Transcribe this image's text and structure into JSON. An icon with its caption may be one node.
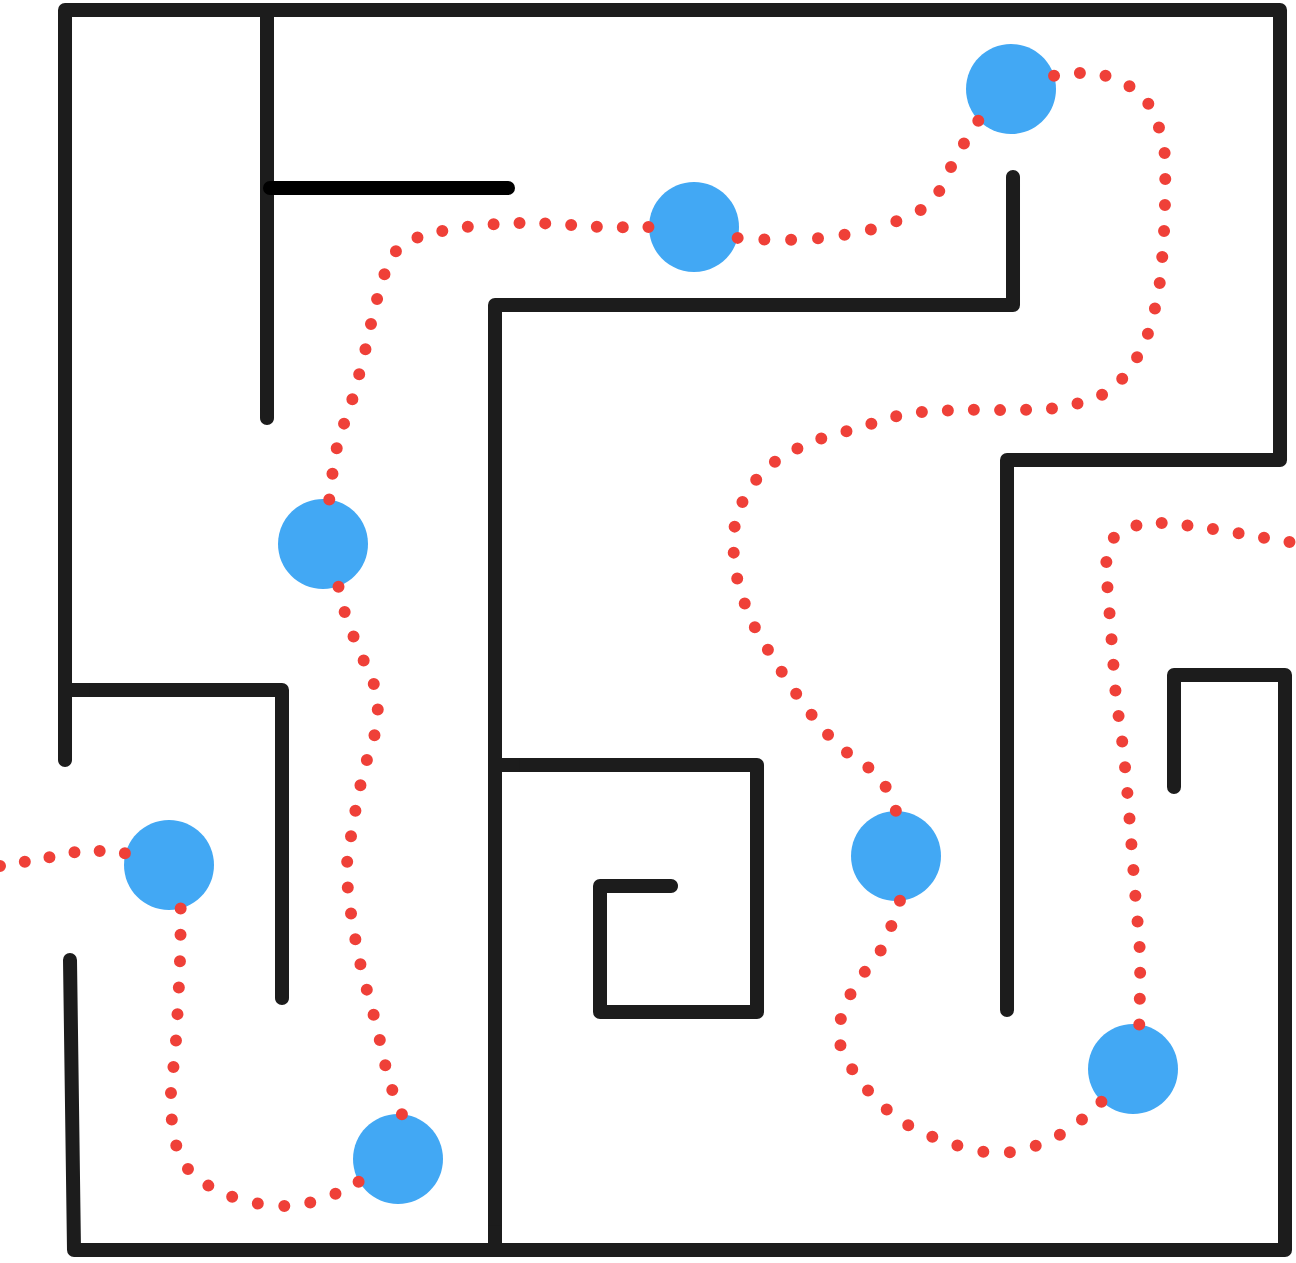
{
  "diagram": {
    "nodes": [
      {
        "text": [],
        "shape": "circle"
      },
      {
        "text": [],
        "shape": "circle"
      },
      {
        "text": [],
        "shape": "circle"
      },
      {
        "text": [],
        "shape": "circle"
      },
      {
        "text": [],
        "shape": "circle"
      },
      {
        "text": [],
        "shape": "circle"
      },
      {
        "text": [],
        "shape": "circle"
      }
    ],
    "edges": [
      {
        "from": null,
        "to": 0,
        "arrow": "none"
      },
      {
        "from": 0,
        "to": 2,
        "arrow": "none"
      },
      {
        "from": 2,
        "to": 1,
        "arrow": "none"
      },
      {
        "from": 1,
        "to": 3,
        "arrow": "none"
      },
      {
        "from": 3,
        "to": 5,
        "arrow": "none"
      },
      {
        "from": 5,
        "to": 4,
        "arrow": "none"
      },
      {
        "from": 4,
        "to": 6,
        "arrow": "none"
      },
      {
        "from": 6,
        "to": null,
        "arrow": "none"
      }
    ]
  }
}
